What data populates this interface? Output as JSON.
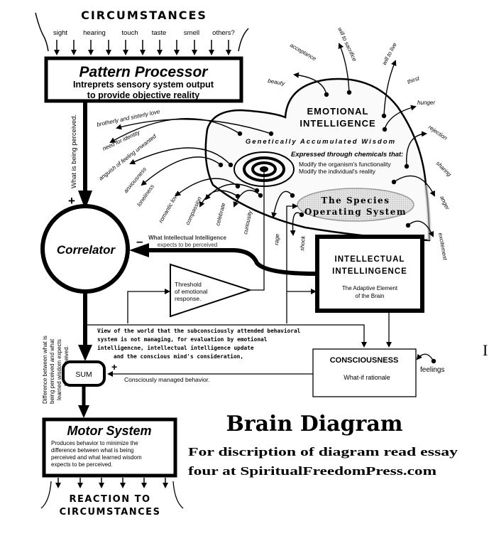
{
  "header": {
    "title": "CIRCUMSTANCES",
    "senses": [
      "sight",
      "hearing",
      "touch",
      "taste",
      "smell",
      "others?"
    ]
  },
  "pattern_processor": {
    "title": "Pattern Processor",
    "line1": "Intreprets sensory system output",
    "line2": "to provide objective reality"
  },
  "perceived_label": "What is being perceived.",
  "plus_sign": "+",
  "minus_sign": "–",
  "emotional": {
    "title_line1": "EMOTIONAL",
    "title_line2": "INTELLIGENCE",
    "subtitle": "Genetically Accumulated Wisdom",
    "expressed": "Expressed through chemicals that:",
    "modify1": "Modify the organism's functionality",
    "modify2": "Modify the individual's reality",
    "emotions_left": [
      "brotherly and sisterly love",
      "need for identity",
      "anguish of feeling unwanted",
      "anxiousness",
      "loneliness",
      "romantic love",
      "compassion",
      "celebrate",
      "curiousity",
      "rage",
      "shock"
    ],
    "emotions_top": [
      "beauty",
      "acceptance",
      "will to sacrifice",
      "will to live",
      "thirst",
      "hunger"
    ],
    "emotions_right": [
      "rejection",
      "sharing",
      "anger",
      "excitement"
    ]
  },
  "species_os": {
    "line1": "The Species",
    "line2": "Operating System"
  },
  "correlator": {
    "label": "Correlator"
  },
  "ii_expects": {
    "line1": "What Intellectual Intelligence",
    "line2": "expects to be perceived"
  },
  "intellectual": {
    "title_line1": "INTELLECTUAL",
    "title_line2": "INTELLINGENCE",
    "sub_line1": "The Adaptive Element",
    "sub_line2": "of the Brain"
  },
  "threshold": {
    "line1": "Threshold",
    "line2": "of emotional",
    "line3": "response."
  },
  "difference_label": {
    "line1": "Difference between what is",
    "line2": "being perceived and what",
    "line3": "learned wisdom expects",
    "line4": "to be perceived."
  },
  "view_text": {
    "line1": "View of the world that the subconsciously attended behavioral",
    "line2": "system is not managing, for evaluation by emotional",
    "line3": "intelligencne, intellectual intelligence update",
    "line4": "and the conscious mind's consideration,"
  },
  "sum": {
    "label": "SUM",
    "plus": "+"
  },
  "consciously_managed": "Consciously managed behavior.",
  "consciousness": {
    "title": "CONSCIOUSNESS",
    "sub": "What-if rationale",
    "feelings": "feelings"
  },
  "motor": {
    "title": "Motor System",
    "line1": "Produces behavior to minimize the",
    "line2": "difference between what is being",
    "line3": "perceived and what learned wisdom",
    "line4": "expects to be perceived."
  },
  "reaction": {
    "line1": "REACTION TO",
    "line2": "CIRCUMSTANCES"
  },
  "caption": {
    "title": "Brain Diagram",
    "line1": "For discription of diagram read essay",
    "line2": "four at SpiritualFreedomPress.com"
  },
  "cursor_icon": "I"
}
